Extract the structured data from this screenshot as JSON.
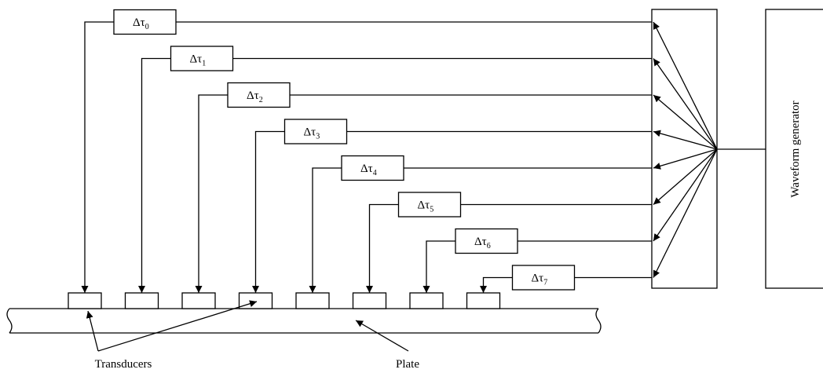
{
  "delays": [
    {
      "symbol": "Δτ",
      "index": "0"
    },
    {
      "symbol": "Δτ",
      "index": "1"
    },
    {
      "symbol": "Δτ",
      "index": "2"
    },
    {
      "symbol": "Δτ",
      "index": "3"
    },
    {
      "symbol": "Δτ",
      "index": "4"
    },
    {
      "symbol": "Δτ",
      "index": "5"
    },
    {
      "symbol": "Δτ",
      "index": "6"
    },
    {
      "symbol": "Δτ",
      "index": "7"
    }
  ],
  "labels": {
    "waveform_generator": "Waveform generator",
    "transducers": "Transducers",
    "plate": "Plate"
  }
}
